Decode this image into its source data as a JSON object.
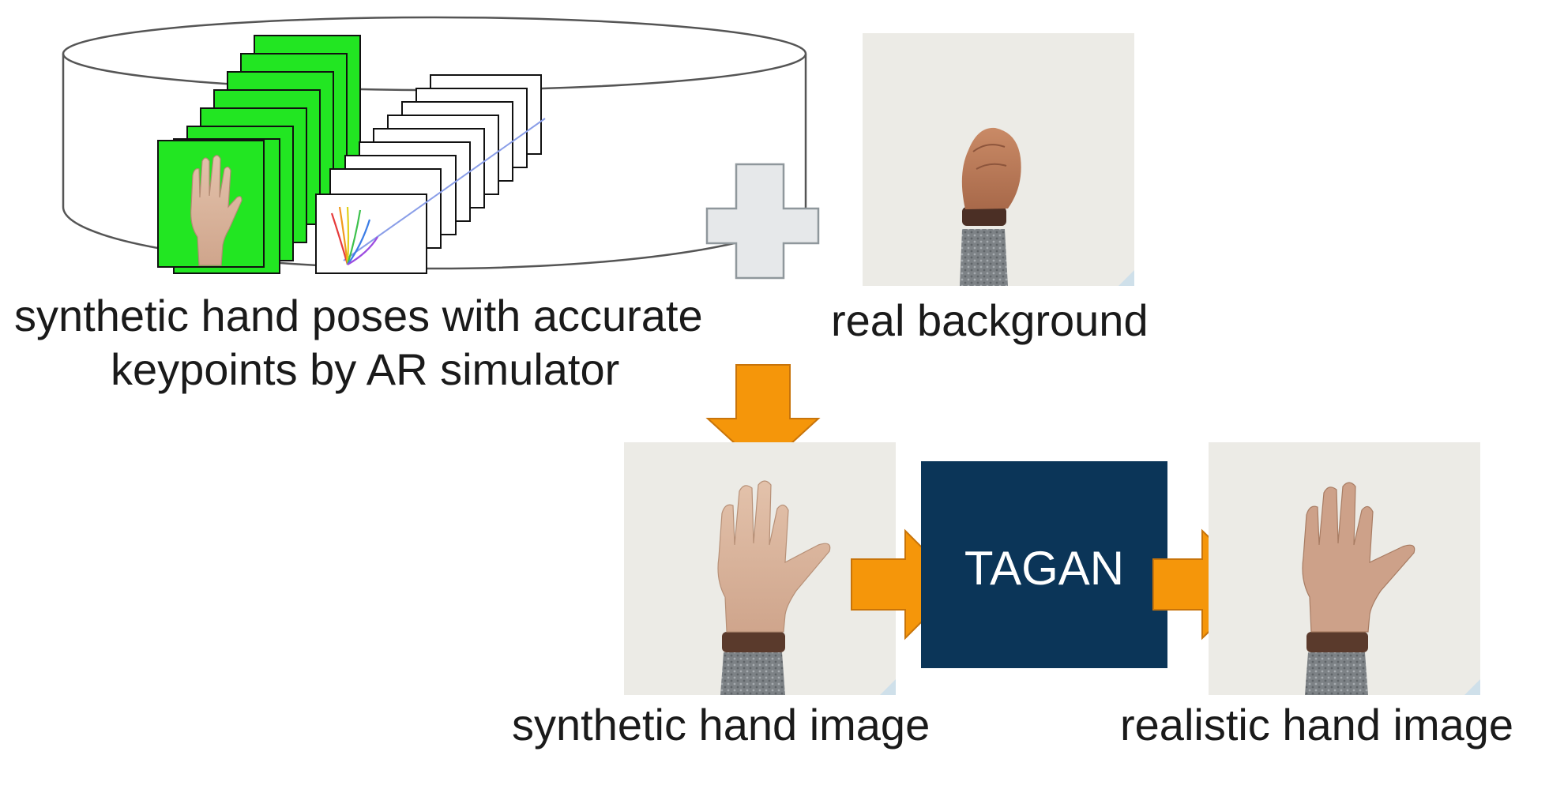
{
  "dataset_label": {
    "line1": "synthetic hand poses with accurate",
    "line2": "keypoints by AR simulator"
  },
  "real_background_label": "real background",
  "synthetic_image_label": "synthetic hand image",
  "model_label": "TAGAN",
  "realistic_image_label": "realistic hand image",
  "colors": {
    "green_frame": "#22e622",
    "plus_fill": "#e6e8ea",
    "arrow_fill": "#f5960a",
    "arrow_stroke": "#c8740a",
    "model_box": "#0b3558",
    "photo_bg": "#ecebe6"
  }
}
